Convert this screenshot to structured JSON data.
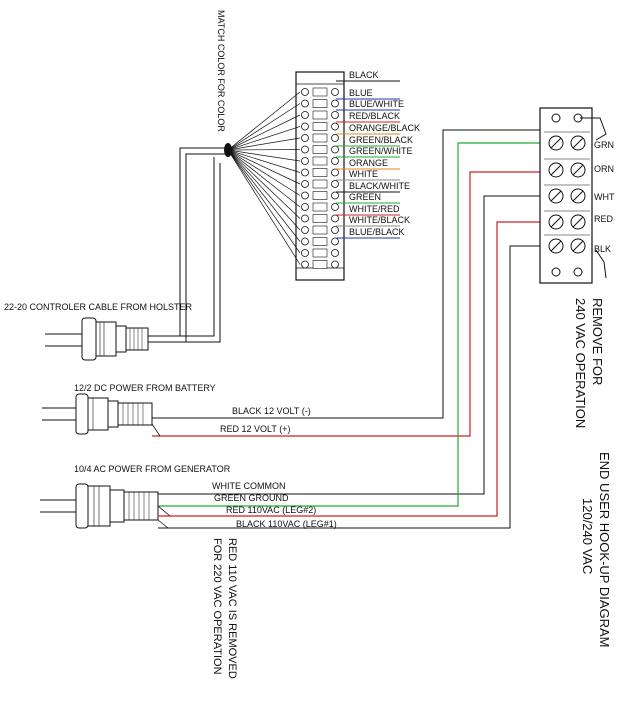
{
  "notes": {
    "match_color": "MATCH COLOR FOR COLOR",
    "controller_cable": "22-20 CONTROLER CABLE FROM HOLSTER",
    "dc_power": "12/2 DC POWER FROM BATTERY",
    "ac_power": "10/4 AC POWER FROM GENERATOR",
    "red_removed": [
      "RED 110 VAC IS REMOVED",
      "FOR 220 VAC OPERATION"
    ],
    "remove_for": [
      "REMOVE FOR",
      "240 VAC OPERATION"
    ],
    "hookup_title": [
      "END USER HOOK-UP DIAGRAM",
      "120/240 VAC"
    ]
  },
  "connector_wires": [
    {
      "label": "BLACK",
      "color": "#111111"
    },
    {
      "label": "BLUE",
      "color": "#2233aa"
    },
    {
      "label": "BLUE/WHITE",
      "color": "#2233aa"
    },
    {
      "label": "RED/BLACK",
      "color": "#cc2222"
    },
    {
      "label": "ORANGE/BLACK",
      "color": "#e08a1e"
    },
    {
      "label": "GREEN/BLACK",
      "color": "#22aa33"
    },
    {
      "label": "GREEN/WHITE",
      "color": "#22aa33"
    },
    {
      "label": "ORANGE",
      "color": "#e08a1e"
    },
    {
      "label": "WHITE",
      "color": "#888888"
    },
    {
      "label": "BLACK/WHITE",
      "color": "#111111"
    },
    {
      "label": "GREEN",
      "color": "#22aa33"
    },
    {
      "label": "WHITE/RED",
      "color": "#cc2222"
    },
    {
      "label": "WHITE/BLACK",
      "color": "#888888"
    },
    {
      "label": "BLUE/BLACK",
      "color": "#2233aa"
    }
  ],
  "dc_wires": [
    {
      "label": "BLACK 12 VOLT (-)",
      "color": "#111111"
    },
    {
      "label": "RED 12 VOLT (+)",
      "color": "#cc2222"
    }
  ],
  "ac_wires": [
    {
      "label": "WHITE COMMON",
      "color": "#111111"
    },
    {
      "label": "GREEN GROUND",
      "color": "#22aa33"
    },
    {
      "label": "RED 110VAC (LEG#2)",
      "color": "#cc2222"
    },
    {
      "label": "BLACK 110VAC (LEG#1)",
      "color": "#111111"
    }
  ],
  "terminals": [
    {
      "label": "GRN"
    },
    {
      "label": "ORN"
    },
    {
      "label": "WHT"
    },
    {
      "label": "RED"
    },
    {
      "label": "BLK"
    }
  ],
  "colors": {
    "green": "#22aa33",
    "red": "#cc2222",
    "black": "#111111"
  }
}
